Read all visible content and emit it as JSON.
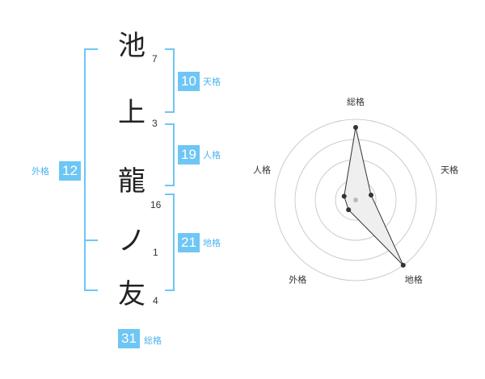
{
  "name": {
    "characters": [
      {
        "char": "池",
        "strokes": "7"
      },
      {
        "char": "上",
        "strokes": "3"
      },
      {
        "char": "龍",
        "strokes": "16"
      },
      {
        "char": "ノ",
        "strokes": "1"
      },
      {
        "char": "友",
        "strokes": "4"
      }
    ]
  },
  "fortune": {
    "tenkaku": {
      "value": "10",
      "label": "天格"
    },
    "jinkaku": {
      "value": "19",
      "label": "人格"
    },
    "chikaku": {
      "value": "21",
      "label": "地格"
    },
    "gaikaku": {
      "value": "12",
      "label": "外格"
    },
    "soukaku": {
      "value": "31",
      "label": "総格"
    }
  },
  "radar": {
    "axes": [
      {
        "label": "総格",
        "value": 0.9
      },
      {
        "label": "天格",
        "value": 0.2
      },
      {
        "label": "地格",
        "value": 1.0
      },
      {
        "label": "外格",
        "value": 0.15
      },
      {
        "label": "人格",
        "value": 0.15
      }
    ],
    "rings": 4,
    "colors": {
      "grid": "#cccccc",
      "fill": "#efefef",
      "line": "#333333",
      "dot": "#333333",
      "center": "#bbbbbb"
    }
  }
}
